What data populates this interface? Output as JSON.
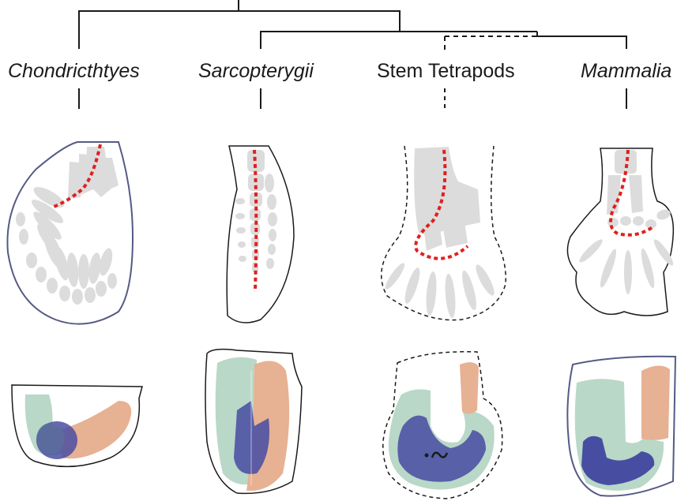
{
  "figure": {
    "taxa": [
      {
        "label": "Chondricthtyes",
        "italic": true
      },
      {
        "label": "Sarcopterygii",
        "italic": true
      },
      {
        "label": "Stem Tetrapods",
        "italic": false
      },
      {
        "label": "Mammalia",
        "italic": true
      }
    ],
    "tree": {
      "stem_tetrapods_branch": "dashed"
    },
    "colors": {
      "outline": "#1a1a1a",
      "shark_outline": "#555a85",
      "bone_grey": "#dcdcdc",
      "red_line": "#e0201f",
      "green_domain": "#b9d8c8",
      "orange_domain": "#e7b193",
      "blue_domain": "#4a4fa3",
      "overlap_domain": "#5d6f9a"
    }
  }
}
